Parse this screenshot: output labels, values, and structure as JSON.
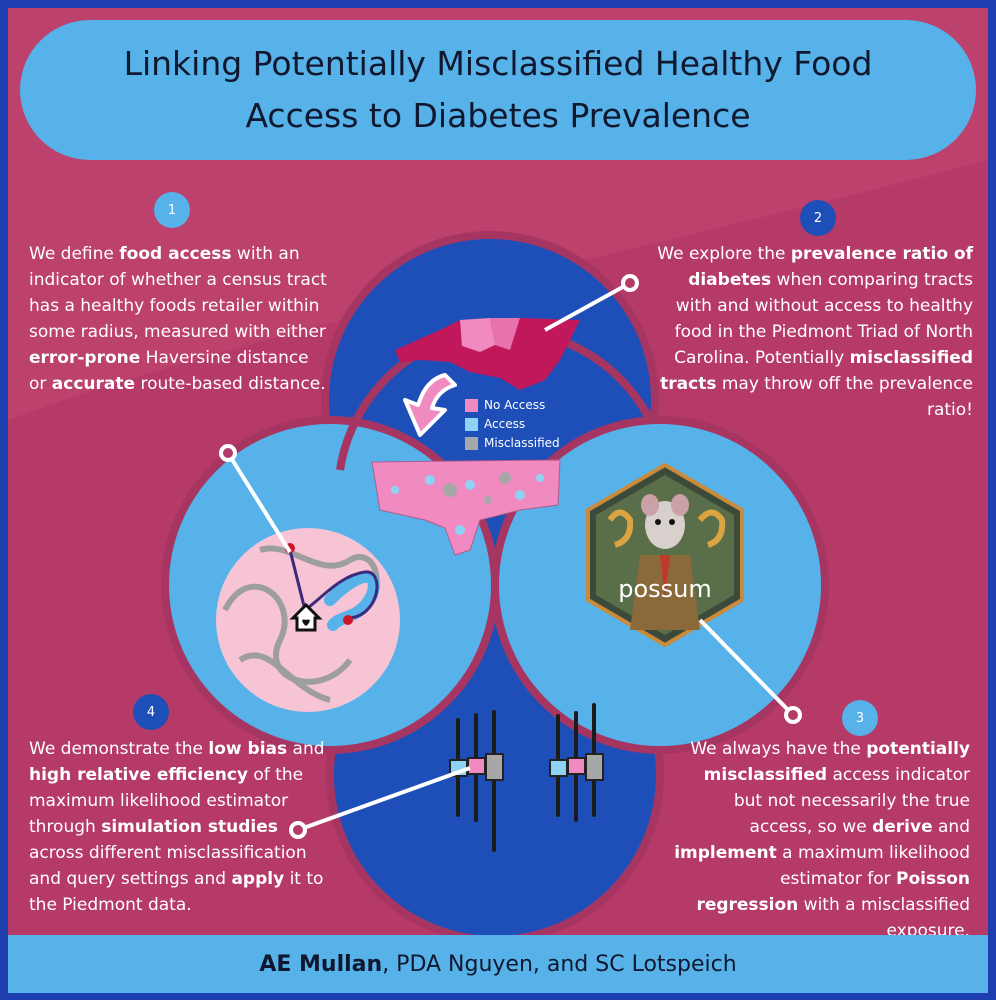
{
  "title": "Linking Potentially Misclassified Healthy Food Access to Diabetes Prevalence",
  "steps": [
    {
      "number": "1",
      "parts": [
        {
          "t": "We define ",
          "b": false
        },
        {
          "t": "food access",
          "b": true
        },
        {
          "t": " with an indicator of whether a census tract has a healthy foods retailer within some radius, measured with either ",
          "b": false
        },
        {
          "t": "error-prone",
          "b": true
        },
        {
          "t": " Haversine distance or ",
          "b": false
        },
        {
          "t": "accurate",
          "b": true
        },
        {
          "t": " route-based distance.",
          "b": false
        }
      ]
    },
    {
      "number": "2",
      "parts": [
        {
          "t": "We explore the ",
          "b": false
        },
        {
          "t": "prevalence ratio of diabetes",
          "b": true
        },
        {
          "t": " when comparing tracts with and without access to healthy food in the Piedmont Triad of North Carolina. Potentially ",
          "b": false
        },
        {
          "t": "misclassified tracts",
          "b": true
        },
        {
          "t": " may throw off the prevalence ratio!",
          "b": false
        }
      ]
    },
    {
      "number": "3",
      "parts": [
        {
          "t": "We always have the ",
          "b": false
        },
        {
          "t": "potentially misclassified",
          "b": true
        },
        {
          "t": " access indicator but not necessarily the true access, so we ",
          "b": false
        },
        {
          "t": "derive",
          "b": true
        },
        {
          "t": " and ",
          "b": false
        },
        {
          "t": "implement",
          "b": true
        },
        {
          "t": " a maximum likelihood estimator for ",
          "b": false
        },
        {
          "t": "Poisson regression",
          "b": true
        },
        {
          "t": " with a misclassified exposure.",
          "b": false
        }
      ]
    },
    {
      "number": "4",
      "parts": [
        {
          "t": "We demonstrate the ",
          "b": false
        },
        {
          "t": "low bias",
          "b": true
        },
        {
          "t": " and ",
          "b": false
        },
        {
          "t": "high relative efficiency",
          "b": true
        },
        {
          "t": " of the maximum likelihood estimator through ",
          "b": false
        },
        {
          "t": "simulation studies",
          "b": true
        },
        {
          "t": " across different misclassification and query settings and ",
          "b": false
        },
        {
          "t": "apply",
          "b": true
        },
        {
          "t": " it to the Piedmont data.",
          "b": false
        }
      ]
    }
  ],
  "legend": [
    {
      "label": "No Access",
      "color": "#f08ac0"
    },
    {
      "label": "Access",
      "color": "#8fd3f4"
    },
    {
      "label": "Misclassified",
      "color": "#a7a7a7"
    }
  ],
  "logo_text": "possum",
  "footer": {
    "bold": "AE Mullan",
    "rest": ", PDA Nguyen, and SC Lotspeich"
  },
  "colors": {
    "background": "#b63a68",
    "frame": "#1f3fb0",
    "light_blue": "#56b2e9",
    "dark_blue": "#1e4fb8",
    "circle_pink": "#f7c4d6",
    "map_pink": "#c0185a"
  }
}
